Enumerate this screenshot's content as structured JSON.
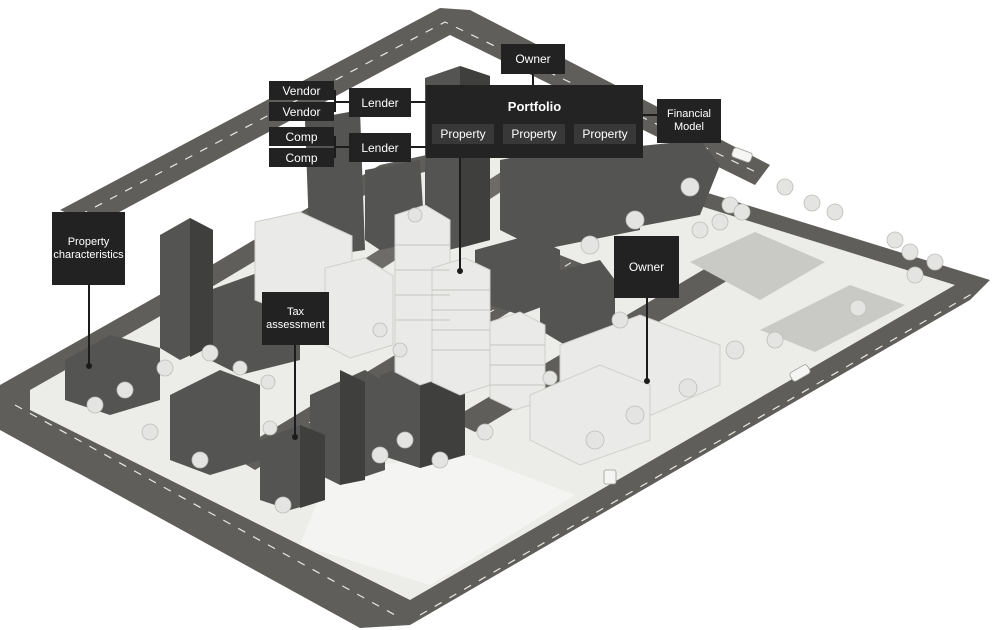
{
  "labels": {
    "owner_top": "Owner",
    "portfolio": "Portfolio",
    "properties": [
      "Property",
      "Property",
      "Property"
    ],
    "financial_model": "Financial Model",
    "vendors": [
      "Vendor",
      "Vendor"
    ],
    "comps": [
      "Comp",
      "Comp"
    ],
    "lenders": [
      "Lender",
      "Lender"
    ],
    "property_characteristics": "Property characteristics",
    "tax_assessment": "Tax assessment",
    "owner_right": "Owner"
  },
  "colors": {
    "road": "#5f5e5a",
    "road_edge": "#4d4c49",
    "lane_marking": "#e8e8e4",
    "sidewalk": "#ecece9",
    "plaza": "#f4f4f2",
    "parking": "#c9c9c6",
    "dark_building": "#545452",
    "light_building": "#eaeae8",
    "label_bg": "#222222",
    "label_text": "#ffffff",
    "tree": "#e4e4e2"
  }
}
